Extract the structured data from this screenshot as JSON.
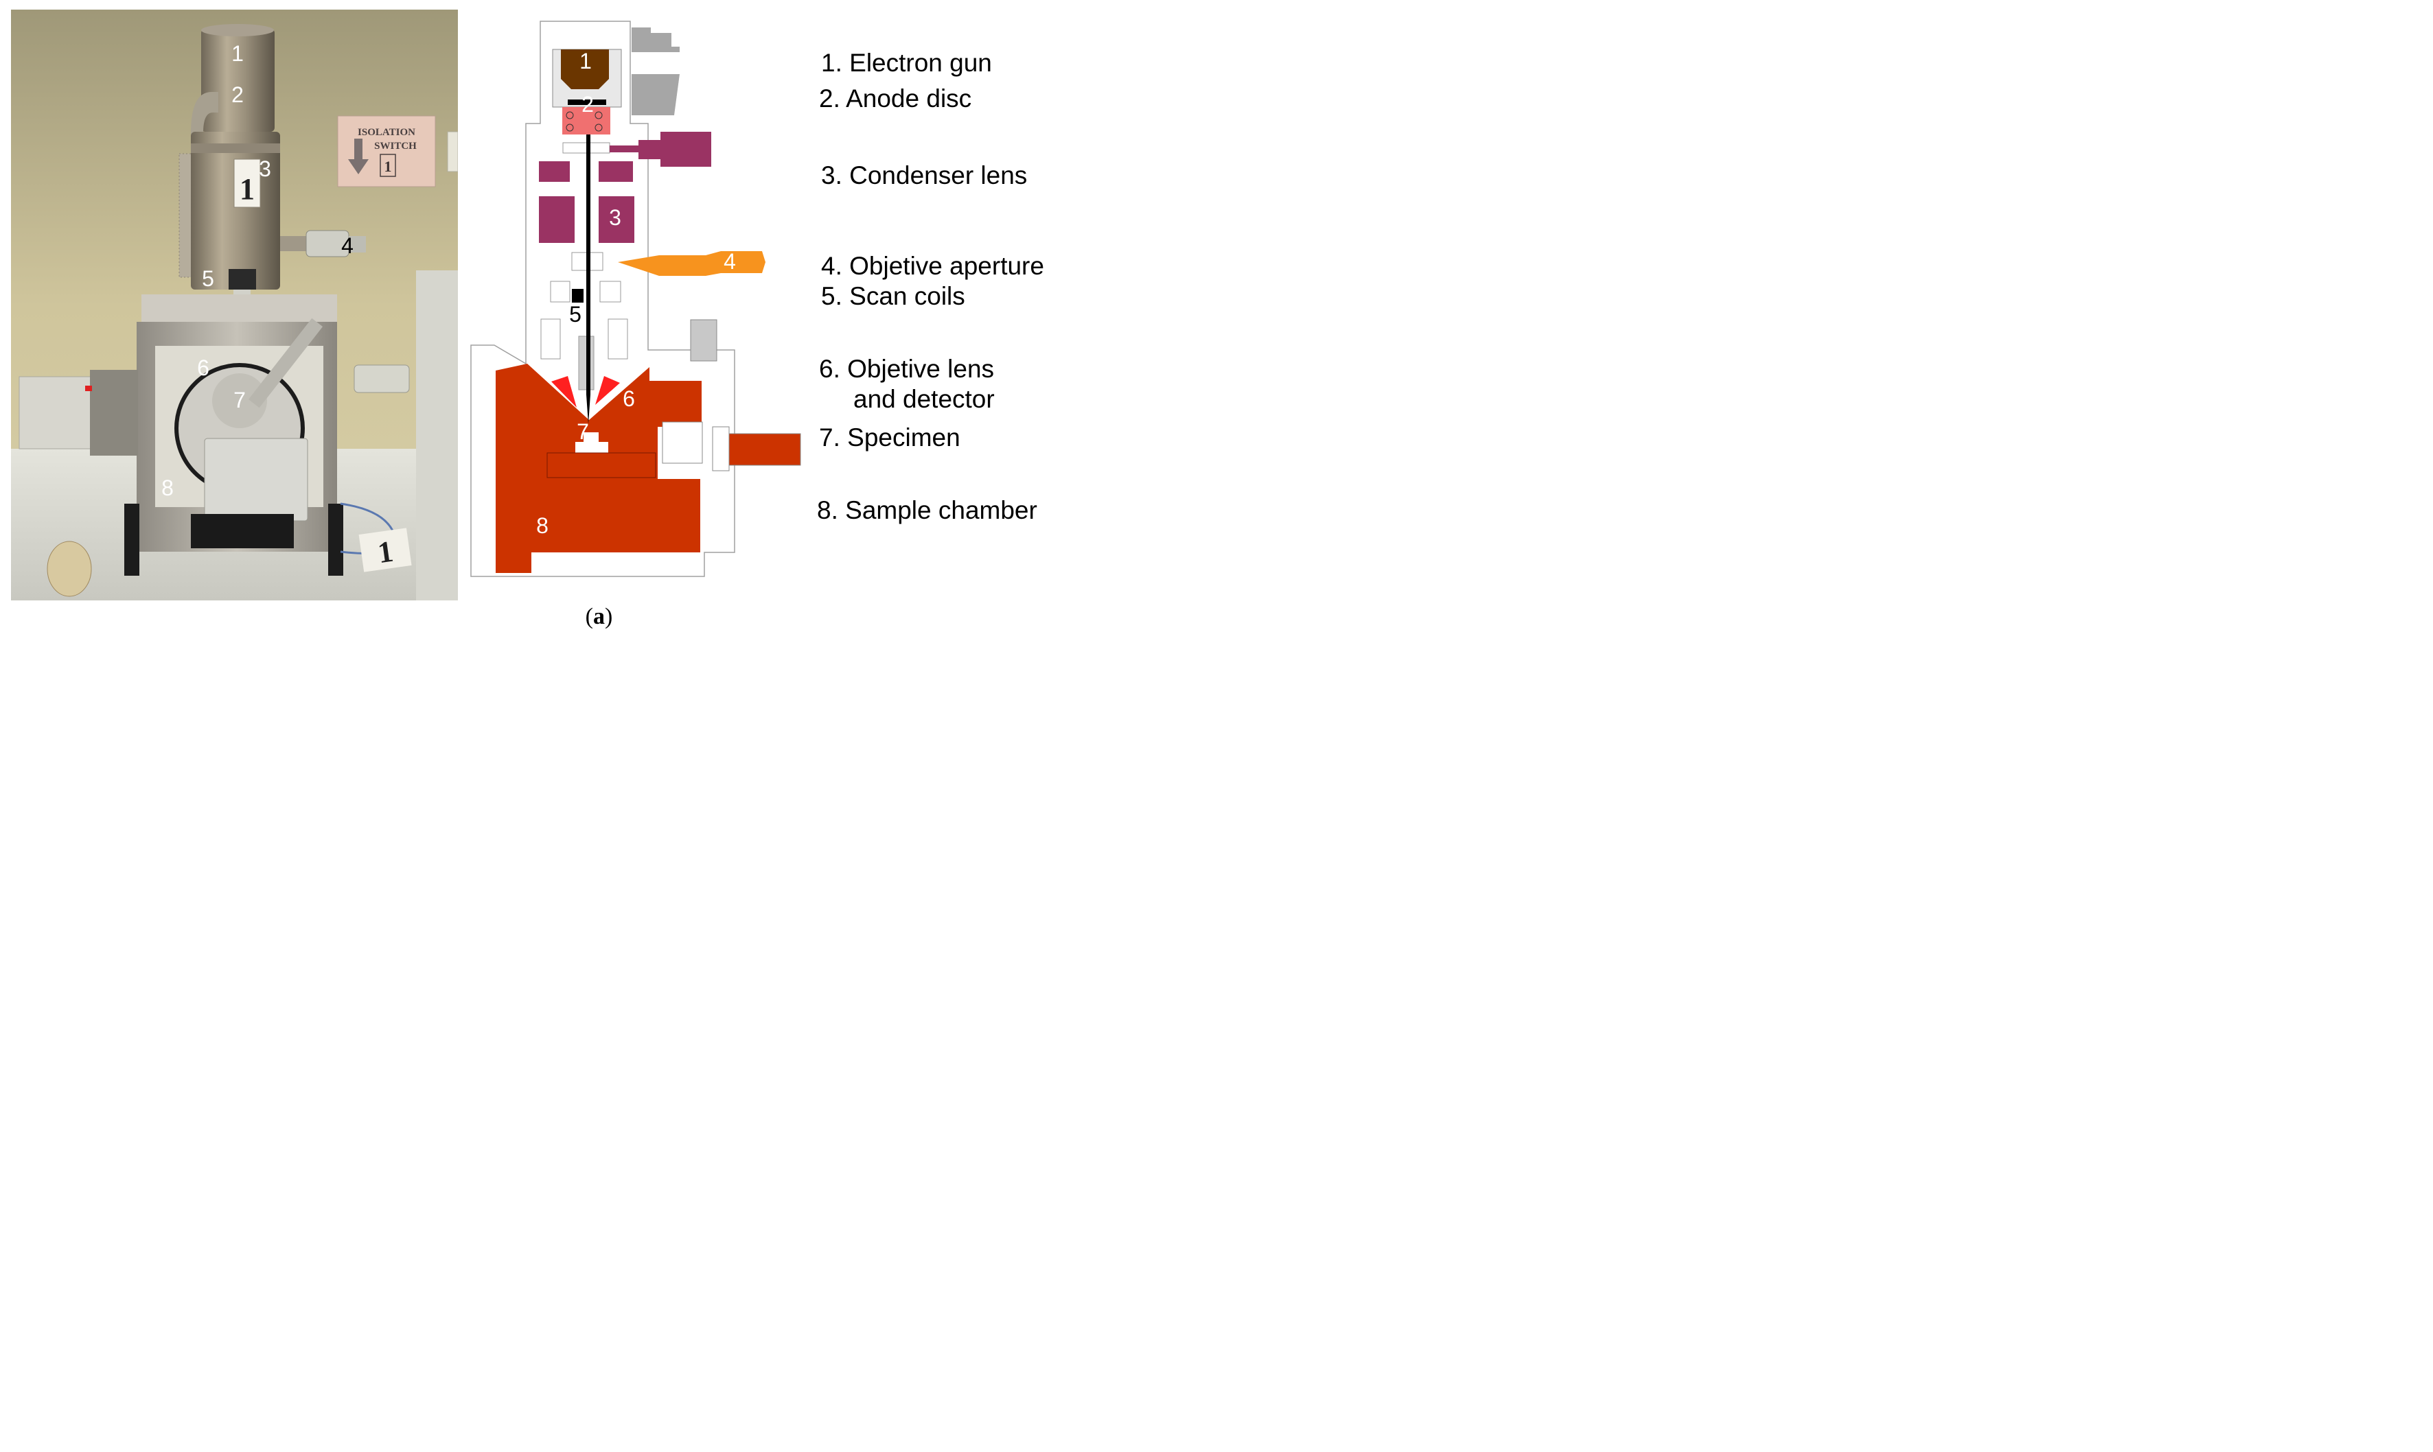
{
  "photo": {
    "labels": [
      "1",
      "2",
      "3",
      "4",
      "5",
      "6",
      "7",
      "8"
    ],
    "sign": {
      "line1": "ISOLATION",
      "line2": "SWITCH",
      "number": "1"
    },
    "column_tag": "1",
    "floor_tag": "1"
  },
  "diagram": {
    "labels": [
      "1",
      "2",
      "3",
      "4",
      "5",
      "6",
      "7",
      "8"
    ]
  },
  "legend": [
    {
      "text": "1. Electron gun"
    },
    {
      "text": "2. Anode disc"
    },
    {
      "text": "3. Condenser lens"
    },
    {
      "text": "4. Objetive aperture"
    },
    {
      "text": "5. Scan coils"
    },
    {
      "text": "6. Objetive lens"
    },
    {
      "text": "and detector"
    },
    {
      "text": "7. Specimen"
    },
    {
      "text": "8. Sample chamber"
    }
  ],
  "caption": {
    "open": "(",
    "letter": "a",
    "close": ")"
  },
  "colors": {
    "gun_brown": "#6b3600",
    "anode_pink": "#f07070",
    "condenser_purple": "#9a3363",
    "aperture_orange": "#f7931e",
    "chamber_red": "#cc3300",
    "objective_red": "#ff2020",
    "outline_gray": "#a0a0a0",
    "wall_beige": "#c9bf96"
  }
}
